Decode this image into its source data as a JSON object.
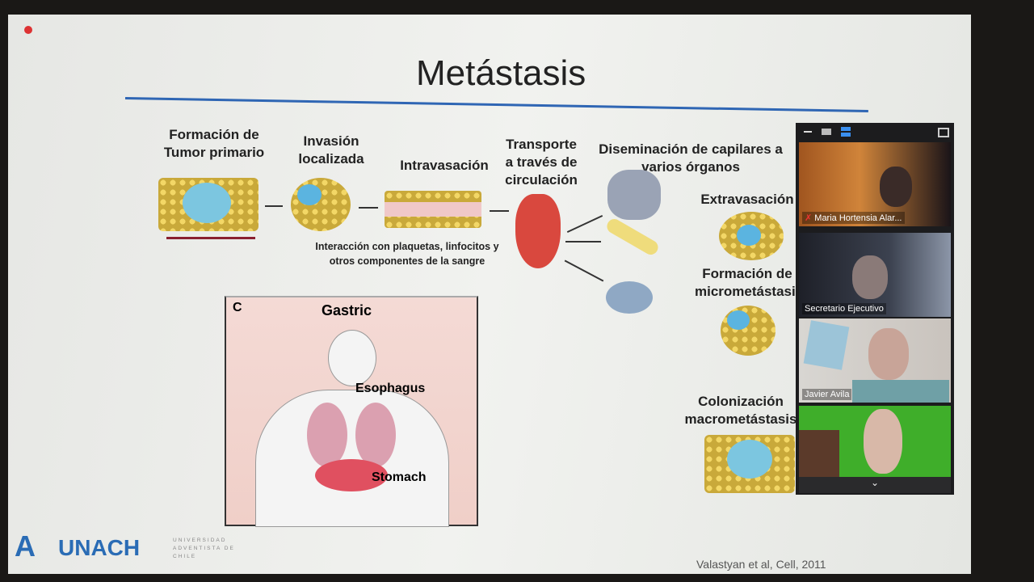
{
  "slide": {
    "title": "Metástasis",
    "steps": [
      "Formación de Tumor primario",
      "Invasión localizada",
      "Intravasación",
      "Transporte a través de circulación",
      "Diseminación de capilares a varios órganos",
      "Extravasación",
      "Formación de micrometástasis",
      "Colonización macrometástasis"
    ],
    "note": "Interacción con plaquetas, linfocitos y otros componentes de la sangre",
    "panel": {
      "letter": "C",
      "title": "Gastric",
      "label1": "Esophagus",
      "label2": "Stomach"
    },
    "citation": "Valastyan et al, Cell, 2011",
    "logo": {
      "name": "UNACH",
      "sub": "UNIVERSIDAD ADVENTISTA DE CHILE"
    }
  },
  "zoom": {
    "participants": [
      "Maria Hortensia Alar...",
      "Secretario Ejecutivo",
      "Javier Avila",
      ""
    ]
  }
}
